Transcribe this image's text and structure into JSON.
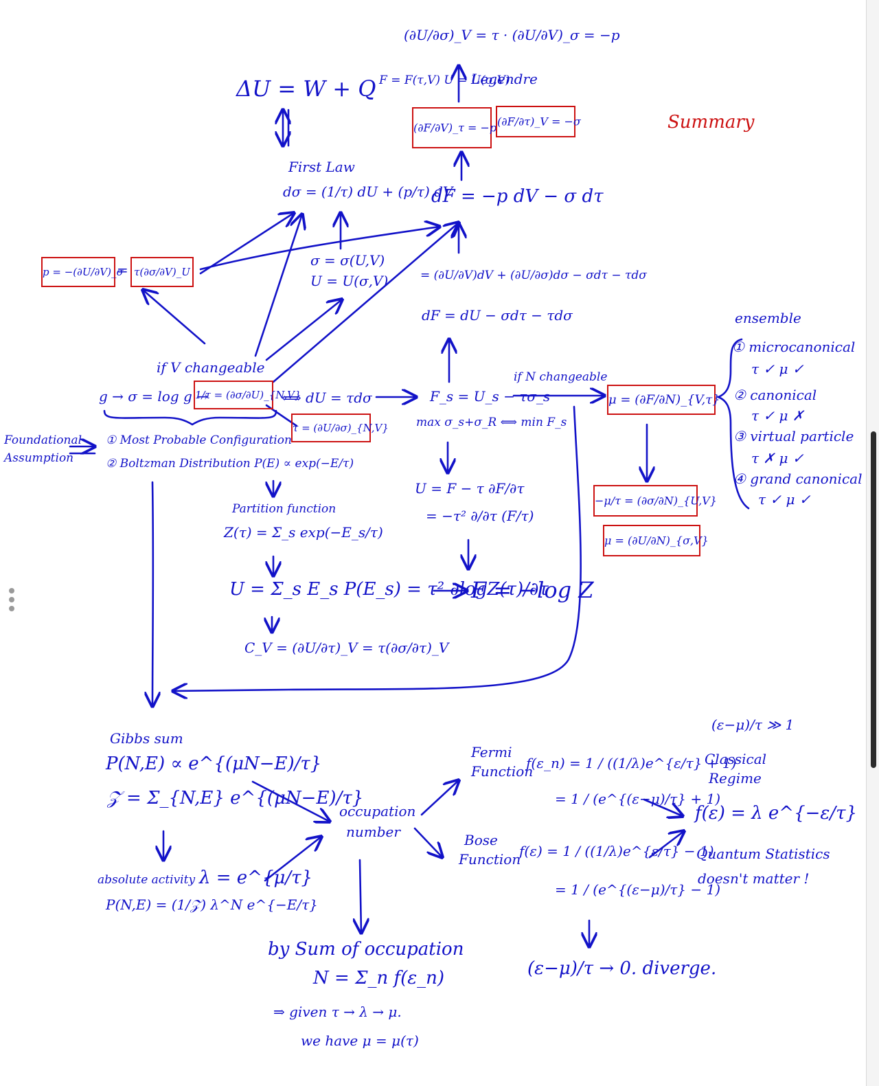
{
  "title": "Summary",
  "top": {
    "partial_relations": "(∂U/∂σ)_V = τ · (∂U/∂V)_σ = −p",
    "legendre_pair": "F = F(τ,V)   U = U(σ,V)",
    "legendre_label": "Legendre",
    "first_law_energy": "ΔU = W + Q",
    "box_dF_dV": "(∂F/∂V)_τ = −p",
    "box_dF_dtau": "(∂F/∂τ)_V = −σ"
  },
  "middle": {
    "first_law_label": "First Law",
    "first_law_eq": "dσ = (1/τ) dU + (p/τ) dV",
    "dF_eq": "dF = −p dV − σ dτ",
    "box_p": "p = −(∂U/∂V)_σ",
    "box_p2": "τ(∂σ/∂V)_U",
    "sigma_uv": "σ = σ(U,V)",
    "u_sigma_v": "U = U(σ,V)",
    "expand_dF": "= (∂U/∂V)dV + (∂U/∂σ)dσ − σdτ − τdσ",
    "dF_def": "dF = dU − σdτ − τdσ",
    "if_v_changeable": "if V changeable",
    "chain": "g → σ = log g →",
    "box_inv_tau": "1/τ = (∂σ/∂U)_{N,V}",
    "dU_eq": "⟺  dU = τdσ",
    "free_energy": "F_s = U_s − τσ_s",
    "max_min": "max σ_s+σ_R ⟺ min F_s",
    "if_n_changeable": "if N changeable",
    "box_mu": "μ = (∂F/∂N)_{V,τ}",
    "box_tau": "τ = (∂U/∂σ)_{N,V}",
    "foundational": "Foundational",
    "assumption": "Assumption",
    "assump_1": "① Most Probable Configuration",
    "assump_2": "② Boltzman Distribution  P(E) ∝ exp(−E/τ)",
    "partition_label": "Partition function",
    "partition_eq": "Z(τ) = Σ_s exp(−E_s/τ)",
    "U_from_F": "U = F − τ ∂F/∂τ",
    "U_from_F2": "= −τ² ∂/∂τ (F/τ)",
    "box_neg_mu": "−μ/τ = (∂σ/∂N)_{U,V}",
    "box_mu2": "μ = (∂U/∂N)_{σ,V}",
    "U_sum": "U = Σ_s E_s P(E_s) = τ² ∂logZ(τ)/∂τ",
    "F_logz": "F = −log Z",
    "cv": "C_V = (∂U/∂τ)_V = τ(∂σ/∂τ)_V"
  },
  "ensemble": {
    "title": "ensemble",
    "items": [
      {
        "name": "① microcanonical",
        "marks": "τ ✓  μ ✓"
      },
      {
        "name": "② canonical",
        "marks": "τ ✓  μ ✗"
      },
      {
        "name": "③ virtual particle",
        "marks": "τ ✗  μ ✓"
      },
      {
        "name": "④ grand canonical",
        "marks": "τ ✓  μ ✓"
      }
    ]
  },
  "bottom": {
    "gibbs_label": "Gibbs sum",
    "gibbs_p": "P(N,E) ∝ e^{(μN−E)/τ}",
    "gibbs_z": "𝒵 = Σ_{N,E} e^{(μN−E)/τ}",
    "activity_label": "absolute activity",
    "activity_eq": "λ = e^{μ/τ}",
    "activity_p": "P(N,E) = (1/𝒵) λ^N e^{−E/τ}",
    "occupation_1": "occupation",
    "occupation_2": "number",
    "fermi_label_1": "Fermi",
    "fermi_label_2": "Function",
    "fermi_eq": "f(ε_n) = 1 / ((1/λ)e^{ε/τ} + 1)",
    "fermi_eq2": "= 1 / (e^{(ε−μ)/τ} + 1)",
    "bose_label_1": "Bose",
    "bose_label_2": "Function",
    "bose_eq": "f(ε) = 1 / ((1/λ)e^{ε/τ} − 1)",
    "bose_eq2": "= 1 / (e^{(ε−μ)/τ} − 1)",
    "classical_cond": "(ε−μ)/τ ≫ 1",
    "classical_label_1": "Classical",
    "classical_label_2": "Regime",
    "classical_eq": "f(ε) = λ e^{−ε/τ}",
    "quantum_1": "Quantum Statistics",
    "quantum_2": "doesn't matter !",
    "diverge": "(ε−μ)/τ → 0. diverge.",
    "sum_label": "by Sum of occupation",
    "sum_eq": "N = Σ_n f(ε_n)",
    "given": "⇒ given τ → λ → μ.",
    "we_have": "we have  μ = μ(τ)"
  },
  "colors": {
    "ink": "#1212c8",
    "highlight": "#cc1111",
    "background": "#ffffff"
  }
}
